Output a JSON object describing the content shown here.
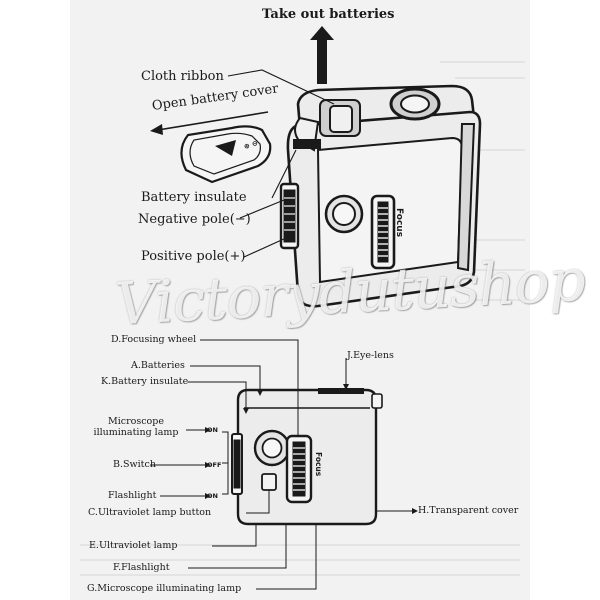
{
  "top_diagram": {
    "take_out_batteries": "Take out batteries",
    "cloth_ribbon": "Cloth ribbon",
    "open_battery_cover": "Open battery cover",
    "battery_insulate": "Battery insulate",
    "negative_pole": "Negative pole(−)",
    "positive_pole": "Positive pole(+)",
    "focus_text": "Focus",
    "cover_mark": "⊕ ⊖"
  },
  "bottom_diagram": {
    "d_focusing_wheel": "D.Focusing wheel",
    "a_batteries": "A.Batteries",
    "k_battery_insulate": "K.Battery insulate",
    "j_eye_lens": "J.Eye-lens",
    "microscope_lamp_line1": "Microscope",
    "microscope_lamp_line2": "illuminating lamp",
    "b_switch": "B.Switch",
    "flashlight": "Flashlight",
    "c_uv_button": "C.Ultraviolet lamp button",
    "h_transparent_cover": "H.Transparent cover",
    "e_uv_lamp": "E.Ultraviolet lamp",
    "f_flashlight": "F.Flashlight",
    "g_microscope_lamp": "G.Microscope illuminating lamp",
    "switch_on_top": "ON",
    "switch_off": "OFF",
    "switch_on_bottom": "ON",
    "focus_text": "Focus"
  },
  "watermark": "Victorydutushop",
  "colors": {
    "line": "#1a1a1a",
    "paper": "#f2f2f2",
    "device_fill": "#e6e6e6"
  }
}
